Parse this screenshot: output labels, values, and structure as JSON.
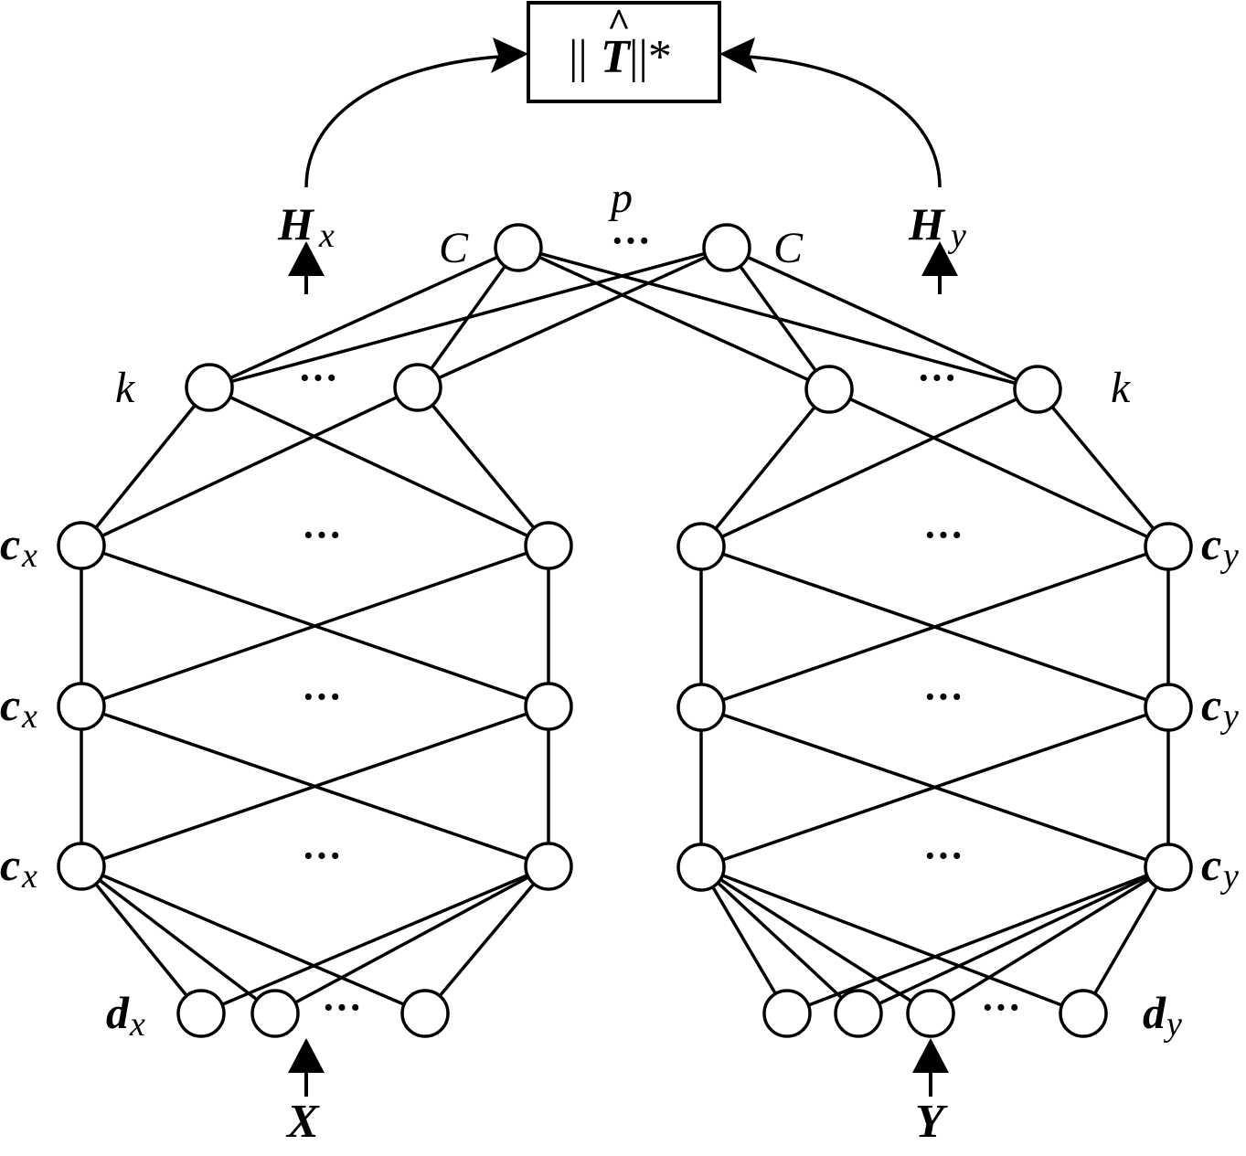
{
  "objective": {
    "prefix": "||",
    "hat": "^",
    "symbol": "T",
    "suffix": "||*"
  },
  "top_layer": {
    "size_label": "p",
    "left_label": "C",
    "right_label": "C",
    "ellipsis": "···"
  },
  "left_branch": {
    "output": {
      "symbol": "H",
      "subscript": "x"
    },
    "k_label": "k",
    "hidden_symbol": "c",
    "hidden_subscript": "x",
    "input_dim_symbol": "d",
    "input_dim_subscript": "x",
    "input": "X",
    "ellipsis": "···"
  },
  "right_branch": {
    "output": {
      "symbol": "H",
      "subscript": "y"
    },
    "k_label": "k",
    "hidden_symbol": "c",
    "hidden_subscript": "y",
    "input_dim_symbol": "d",
    "input_dim_subscript": "y",
    "input": "Y",
    "ellipsis": "···"
  }
}
